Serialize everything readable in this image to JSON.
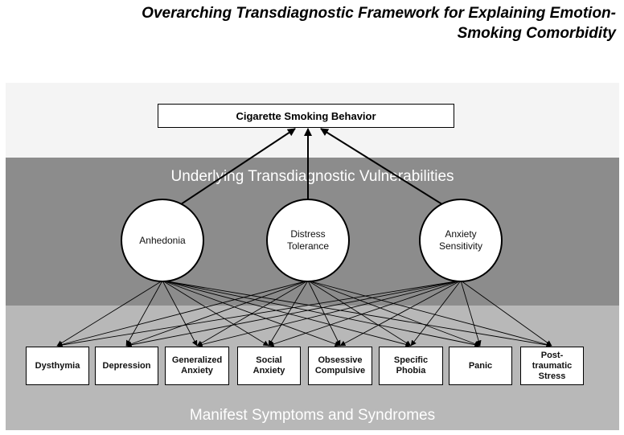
{
  "title": {
    "line1": "Overarching Transdiagnostic Framework for Explaining Emotion-",
    "line2": "Smoking Comorbidity"
  },
  "outcome": {
    "label": "Cigarette Smoking Behavior"
  },
  "bands": {
    "middle_label": "Underlying Transdiagnostic Vulnerabilities",
    "bottom_label": "Manifest Symptoms and Syndromes"
  },
  "vulnerabilities": [
    {
      "label": "Anhedonia"
    },
    {
      "label": "Distress Tolerance"
    },
    {
      "label": "Anxiety Sensitivity"
    }
  ],
  "symptoms": [
    {
      "label": "Dysthymia"
    },
    {
      "label": "Depression"
    },
    {
      "label": "Generalized Anxiety"
    },
    {
      "label": "Social Anxiety"
    },
    {
      "label": "Obsessive Compulsive"
    },
    {
      "label": "Specific Phobia"
    },
    {
      "label": "Panic"
    },
    {
      "label": "Post-traumatic Stress"
    }
  ],
  "colors": {
    "top_band": "#f4f4f4",
    "middle_band": "#8c8c8c",
    "bottom_band": "#b8b8b8",
    "band_text": "#ffffff"
  }
}
